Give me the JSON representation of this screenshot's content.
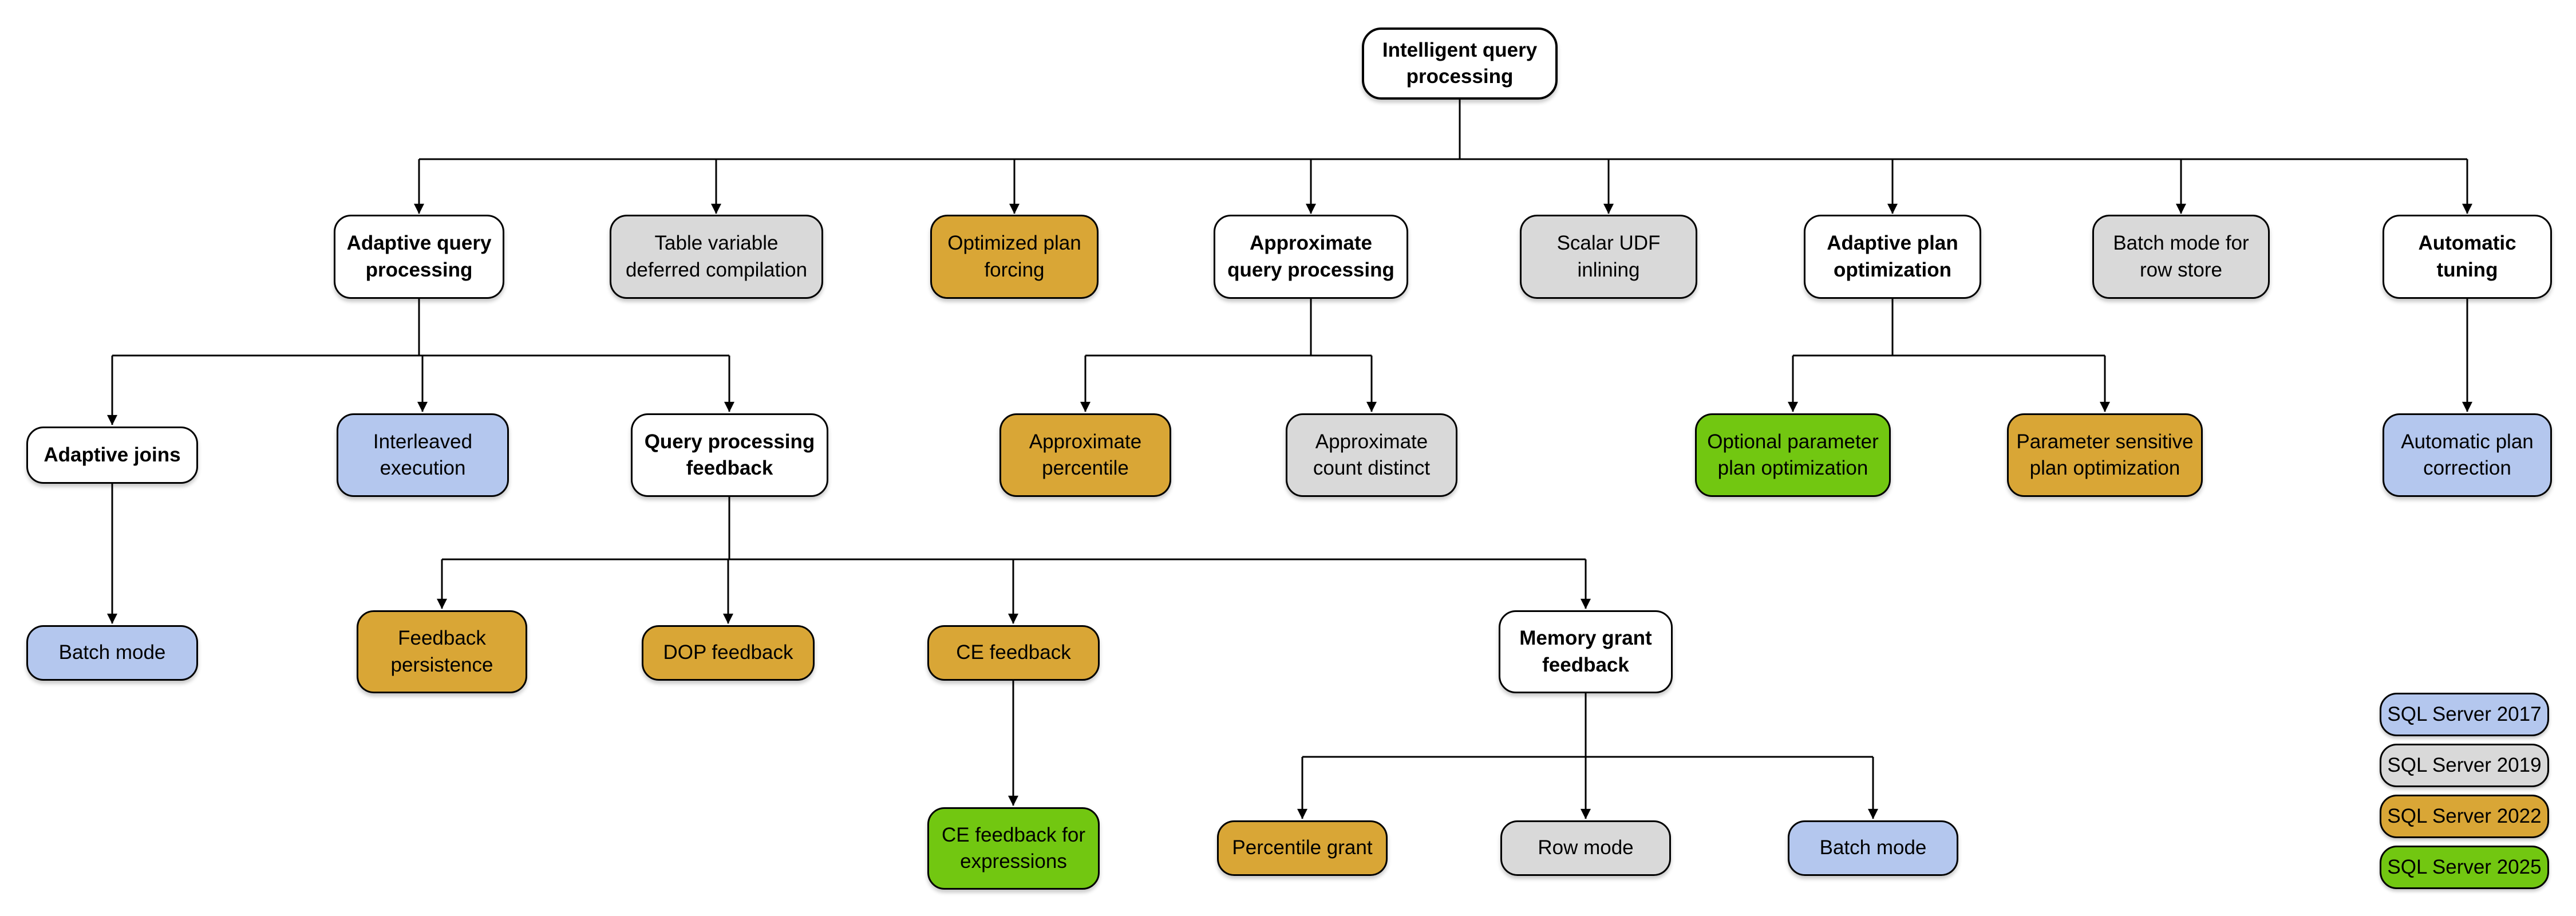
{
  "palette": {
    "white": "#ffffff",
    "blue": "#b4c7ee",
    "gray": "#d9d9d9",
    "orange": "#d9a636",
    "green": "#72c711",
    "line": "#000000"
  },
  "nodes": [
    {
      "label": "Intelligent query\nprocessing",
      "type": "category",
      "color": "white"
    },
    {
      "label": "Adaptive query\nprocessing",
      "type": "category",
      "color": "white"
    },
    {
      "label": "Table variable\ndeferred compilation",
      "type": "feature",
      "color": "gray",
      "version": "SQL Server 2019"
    },
    {
      "label": "Optimized plan\nforcing",
      "type": "feature",
      "color": "orange",
      "version": "SQL Server 2022"
    },
    {
      "label": "Approximate\nquery processing",
      "type": "category",
      "color": "white"
    },
    {
      "label": "Scalar UDF\ninlining",
      "type": "feature",
      "color": "gray",
      "version": "SQL Server 2019"
    },
    {
      "label": "Adaptive plan\noptimization",
      "type": "category",
      "color": "white"
    },
    {
      "label": "Batch mode for\nrow store",
      "type": "feature",
      "color": "gray",
      "version": "SQL Server 2019"
    },
    {
      "label": "Automatic\ntuning",
      "type": "category",
      "color": "white"
    },
    {
      "label": "Adaptive joins",
      "type": "category",
      "color": "white"
    },
    {
      "label": "Interleaved\nexecution",
      "type": "feature",
      "color": "blue",
      "version": "SQL Server 2017"
    },
    {
      "label": "Query processing\nfeedback",
      "type": "category",
      "color": "white"
    },
    {
      "label": "Approximate\npercentile",
      "type": "feature",
      "color": "orange",
      "version": "SQL Server 2022"
    },
    {
      "label": "Approximate\ncount distinct",
      "type": "feature",
      "color": "gray",
      "version": "SQL Server 2019"
    },
    {
      "label": "Optional parameter\nplan optimization",
      "type": "feature",
      "color": "green",
      "version": "SQL Server 2025"
    },
    {
      "label": "Parameter sensitive\nplan optimization",
      "type": "feature",
      "color": "orange",
      "version": "SQL Server 2022"
    },
    {
      "label": "Automatic plan\ncorrection",
      "type": "feature",
      "color": "blue",
      "version": "SQL Server 2017"
    },
    {
      "label": "Batch mode",
      "type": "feature",
      "color": "blue",
      "version": "SQL Server 2017"
    },
    {
      "label": "Feedback\npersistence",
      "type": "feature",
      "color": "orange",
      "version": "SQL Server 2022"
    },
    {
      "label": "DOP feedback",
      "type": "feature",
      "color": "orange",
      "version": "SQL Server 2022"
    },
    {
      "label": "CE feedback",
      "type": "feature",
      "color": "orange",
      "version": "SQL Server 2022"
    },
    {
      "label": "Memory grant\nfeedback",
      "type": "category",
      "color": "white"
    },
    {
      "label": "CE feedback for\nexpressions",
      "type": "feature",
      "color": "green",
      "version": "SQL Server 2025"
    },
    {
      "label": "Percentile grant",
      "type": "feature",
      "color": "orange",
      "version": "SQL Server 2022"
    },
    {
      "label": "Row mode",
      "type": "feature",
      "color": "gray",
      "version": "SQL Server 2019"
    },
    {
      "label": "Batch mode",
      "type": "feature",
      "color": "blue",
      "version": "SQL Server 2017"
    }
  ],
  "legend": {
    "items": [
      {
        "label": "SQL Server 2017",
        "color": "blue"
      },
      {
        "label": "SQL Server 2019",
        "color": "gray"
      },
      {
        "label": "SQL Server 2022",
        "color": "orange"
      },
      {
        "label": "SQL Server 2025",
        "color": "green"
      }
    ]
  }
}
